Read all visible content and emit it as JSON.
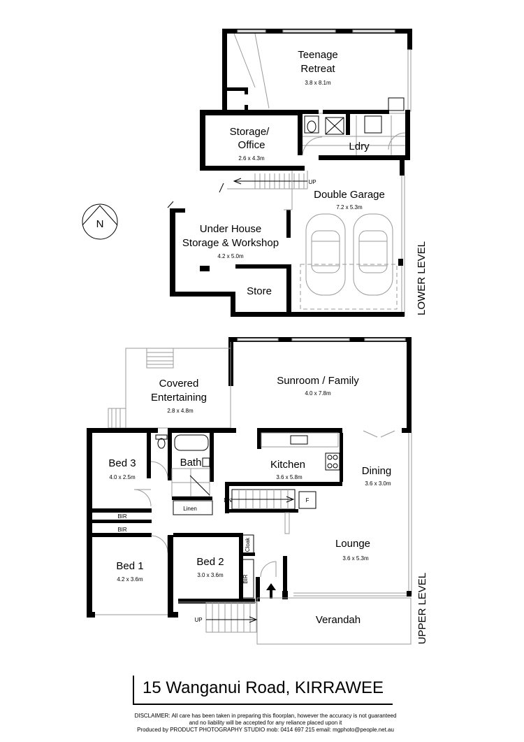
{
  "compass": {
    "label": "N"
  },
  "levels": {
    "lower": "LOWER LEVEL",
    "upper": "UPPER LEVEL"
  },
  "lower_level": {
    "rooms": [
      {
        "id": "teenage-retreat",
        "lines": [
          "Teenage",
          "Retreat"
        ],
        "dim": "3.8 x 8.1m"
      },
      {
        "id": "storage-office",
        "lines": [
          "Storage/",
          "Office"
        ],
        "dim": "2.6 x 4.3m"
      },
      {
        "id": "laundry",
        "lines": [
          "Ldry"
        ],
        "dim": ""
      },
      {
        "id": "double-garage",
        "lines": [
          "Double Garage"
        ],
        "dim": "7.2 x 5.3m"
      },
      {
        "id": "under-house-storage",
        "lines": [
          "Under House",
          "Storage & Workshop"
        ],
        "dim": "4.2 x 5.0m"
      },
      {
        "id": "store",
        "lines": [
          "Store"
        ],
        "dim": ""
      }
    ],
    "stair_label": "UP"
  },
  "upper_level": {
    "rooms": [
      {
        "id": "covered-entertaining",
        "lines": [
          "Covered",
          "Entertaining"
        ],
        "dim": "2.8 x 4.8m"
      },
      {
        "id": "sunroom-family",
        "lines": [
          "Sunroom / Family"
        ],
        "dim": "4.0 x 7.8m"
      },
      {
        "id": "bed-3",
        "lines": [
          "Bed 3"
        ],
        "dim": "4.0 x 2.5m"
      },
      {
        "id": "bath",
        "lines": [
          "Bath"
        ],
        "dim": ""
      },
      {
        "id": "kitchen",
        "lines": [
          "Kitchen"
        ],
        "dim": "3.6 x 5.8m"
      },
      {
        "id": "dining",
        "lines": [
          "Dining"
        ],
        "dim": "3.6 x 3.0m"
      },
      {
        "id": "bed-1",
        "lines": [
          "Bed 1"
        ],
        "dim": "4.2 x 3.6m"
      },
      {
        "id": "bed-2",
        "lines": [
          "Bed 2"
        ],
        "dim": "3.0 x 3.6m"
      },
      {
        "id": "lounge",
        "lines": [
          "Lounge"
        ],
        "dim": "3.6 x 5.3m"
      },
      {
        "id": "verandah",
        "lines": [
          "Verandah"
        ],
        "dim": ""
      }
    ],
    "small_labels": {
      "bir_bed3": "BIR",
      "bir_bed1": "BIR",
      "bir_bed2": "BIR",
      "linen": "Linen",
      "cloak": "Cloak",
      "fridge": "F",
      "stair_down": "DN",
      "stair_up": "UP"
    }
  },
  "title": {
    "address": "15 Wanganui Road, KIRRAWEE"
  },
  "disclaimer": {
    "line1": "DISCLAIMER: All care has been taken in preparing this floorplan, however the accuracy is not guaranteed",
    "line2": "and no liability will be accepted for any reliance placed upon it",
    "line3": "Produced by PRODUCT PHOTOGRAPHY STUDIO mob: 0414 697 215 email: mgphoto@people.net.au"
  }
}
